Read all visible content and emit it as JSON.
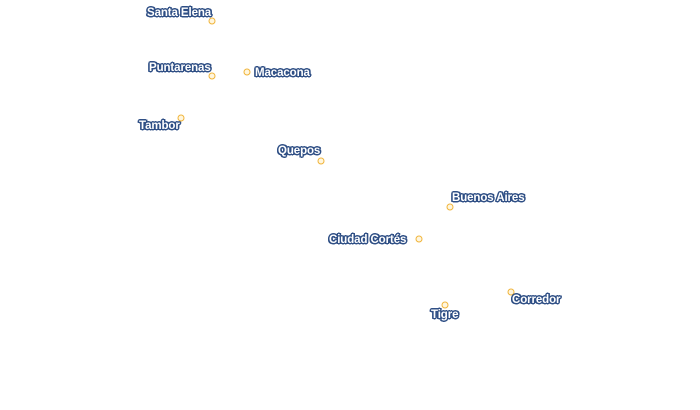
{
  "map": {
    "label_color": "#2f4f85",
    "marker_color": "#f0b43a",
    "places": [
      {
        "id": "santa-elena",
        "name": "Santa Elena"
      },
      {
        "id": "puntarenas",
        "name": "Puntarenas"
      },
      {
        "id": "macacona",
        "name": "Macacona"
      },
      {
        "id": "tambor",
        "name": "Tambor"
      },
      {
        "id": "quepos",
        "name": "Quepos"
      },
      {
        "id": "buenos-aires",
        "name": "Buenos Aires"
      },
      {
        "id": "ciudad-cortes",
        "name": "Ciudad Cortés"
      },
      {
        "id": "corredor",
        "name": "Corredor"
      },
      {
        "id": "tigre",
        "name": "Tigre"
      }
    ]
  }
}
